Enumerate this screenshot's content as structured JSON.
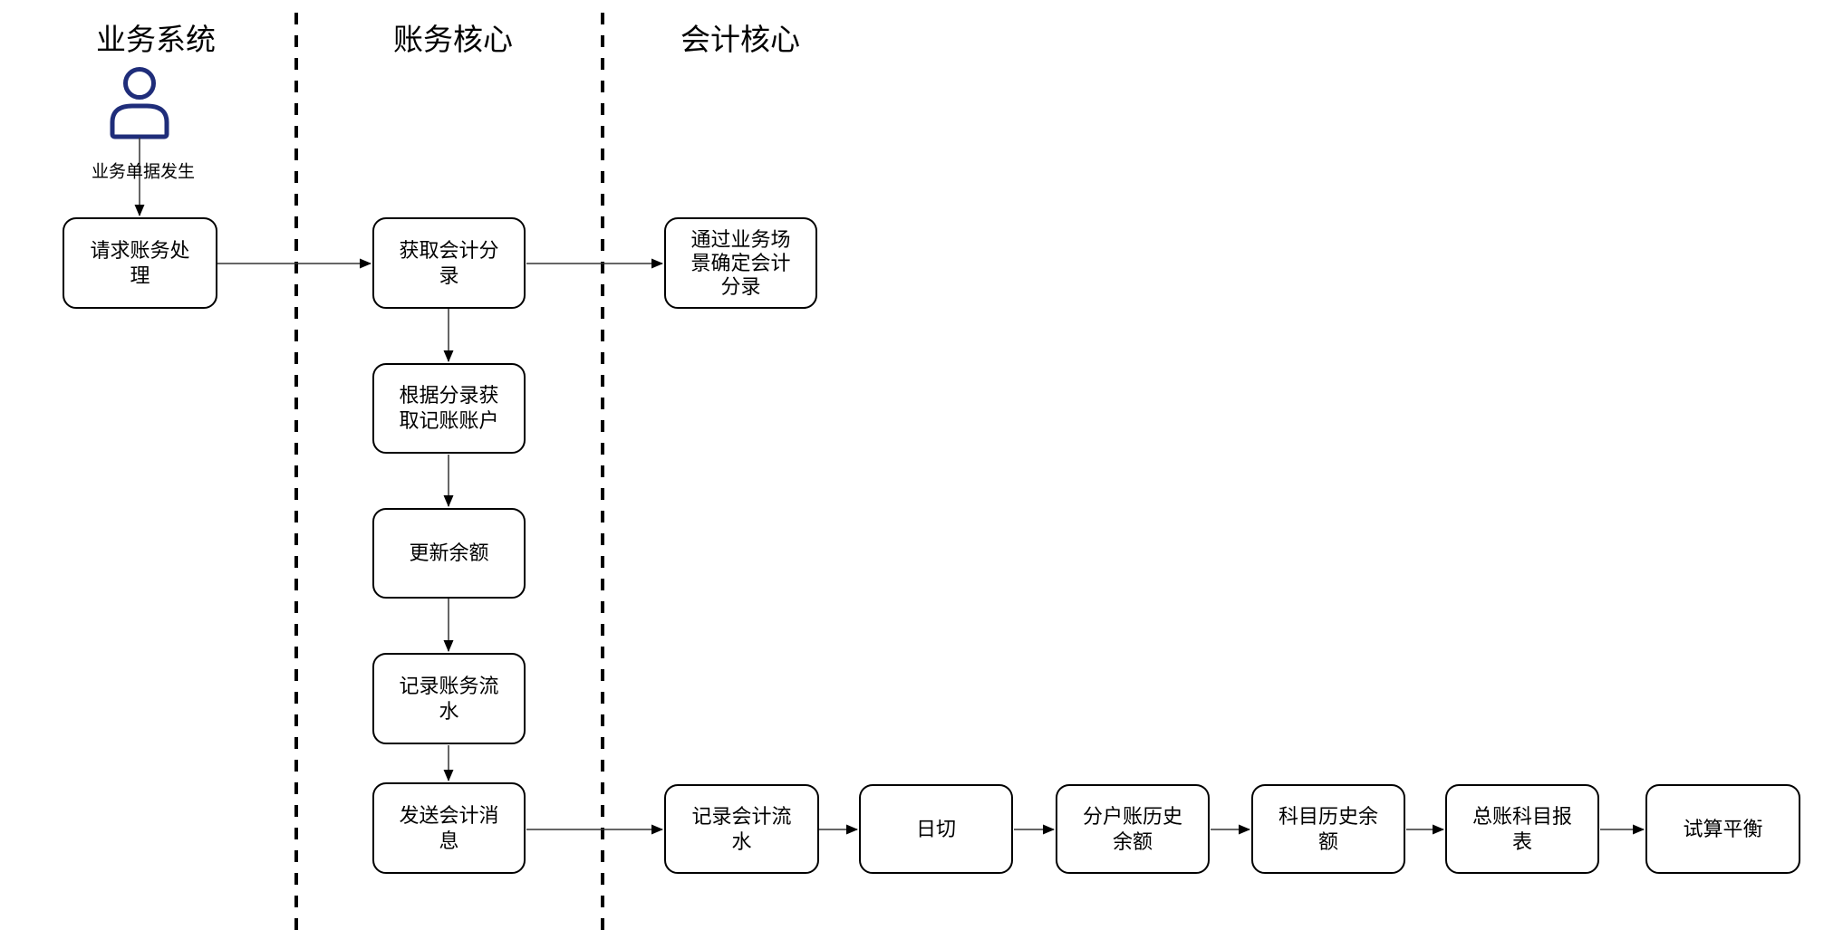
{
  "lanes": [
    {
      "title": "业务系统"
    },
    {
      "title": "账务核心"
    },
    {
      "title": "会计核心"
    }
  ],
  "actor": {
    "icon": "person-icon"
  },
  "nodes": [
    {
      "id": "request-accounting-processing",
      "label": "请求账务处理",
      "lane": "业务系统"
    },
    {
      "id": "get-accounting-entries",
      "label": "获取会计分录",
      "lane": "账务核心"
    },
    {
      "id": "determine-entries-by-business-scenario",
      "label": "通过业务场景确定会计分录",
      "lane": "会计核心"
    },
    {
      "id": "get-booking-accounts-by-entries",
      "label": "根据分录获取记账账户",
      "lane": "账务核心"
    },
    {
      "id": "update-balance",
      "label": "更新余额",
      "lane": "账务核心"
    },
    {
      "id": "record-accounting-journal",
      "label": "记录账务流水",
      "lane": "账务核心"
    },
    {
      "id": "send-accounting-message",
      "label": "发送会计消息",
      "lane": "账务核心"
    },
    {
      "id": "record-acct-entry-journal",
      "label": "记录会计流水",
      "lane": "会计核心"
    },
    {
      "id": "day-end-cutoff",
      "label": "日切",
      "lane": "会计核心"
    },
    {
      "id": "subledger-historical-balance",
      "label": "分户账历史余额",
      "lane": "会计核心"
    },
    {
      "id": "subject-historical-balance",
      "label": "科目历史余额",
      "lane": "会计核心"
    },
    {
      "id": "general-ledger-subject-report",
      "label": "总账科目报表",
      "lane": "会计核心"
    },
    {
      "id": "trial-balance",
      "label": "试算平衡",
      "lane": "会计核心"
    }
  ],
  "edges": [
    {
      "from": "actor",
      "to": "request-accounting-processing",
      "label": "业务单据发生"
    },
    {
      "from": "request-accounting-processing",
      "to": "get-accounting-entries",
      "label": ""
    },
    {
      "from": "get-accounting-entries",
      "to": "determine-entries-by-business-scenario",
      "label": ""
    },
    {
      "from": "get-accounting-entries",
      "to": "get-booking-accounts-by-entries",
      "label": ""
    },
    {
      "from": "get-booking-accounts-by-entries",
      "to": "update-balance",
      "label": ""
    },
    {
      "from": "update-balance",
      "to": "record-accounting-journal",
      "label": ""
    },
    {
      "from": "record-accounting-journal",
      "to": "send-accounting-message",
      "label": ""
    },
    {
      "from": "send-accounting-message",
      "to": "record-acct-entry-journal",
      "label": ""
    },
    {
      "from": "record-acct-entry-journal",
      "to": "day-end-cutoff",
      "label": ""
    },
    {
      "from": "day-end-cutoff",
      "to": "subledger-historical-balance",
      "label": ""
    },
    {
      "from": "subledger-historical-balance",
      "to": "subject-historical-balance",
      "label": ""
    },
    {
      "from": "subject-historical-balance",
      "to": "general-ledger-subject-report",
      "label": ""
    },
    {
      "from": "general-ledger-subject-report",
      "to": "trial-balance",
      "label": ""
    }
  ],
  "colors": {
    "background": "#ffffff",
    "node_border": "#000000",
    "connector": "#333333",
    "divider": "#000000",
    "actor": "#1f2d7a",
    "text": "#000000"
  }
}
